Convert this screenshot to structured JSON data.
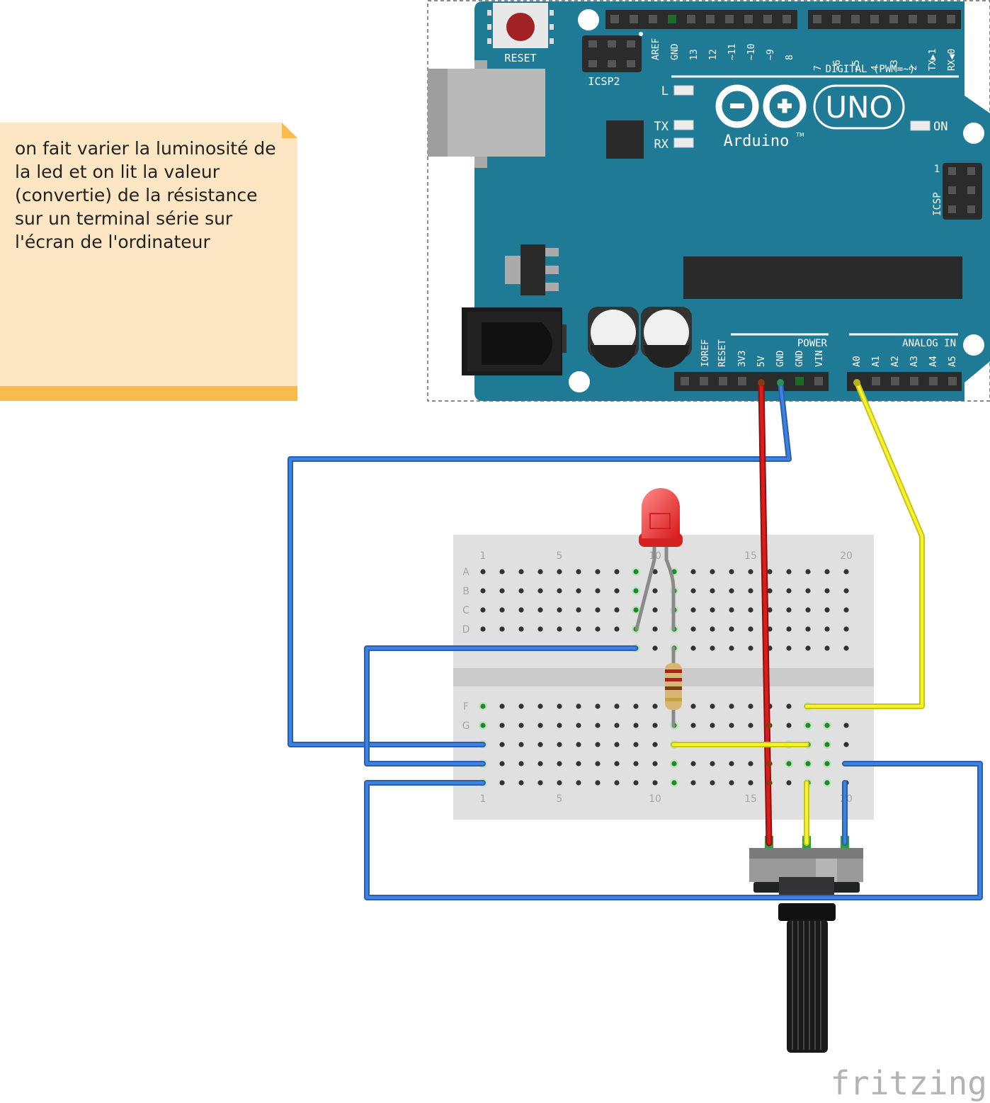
{
  "note": {
    "text": "on fait varier la luminosité de la led et on lit la valeur (convertie) de la résistance sur un terminal série sur l'écran de l'ordinateur"
  },
  "arduino": {
    "reset_label": "RESET",
    "icsp2_label": "ICSP2",
    "icsp_label": "ICSP",
    "icsp_pin_label": "1",
    "l_label": "L",
    "tx_label": "TX",
    "rx_label": "RX",
    "on_label": "ON",
    "uno_label": "UNO",
    "brand_label": "Arduino",
    "tm_label": "TM",
    "digital_label": "DIGITAL (PWM=~)",
    "power_label": "POWER",
    "analog_label": "ANALOG IN",
    "digital_pins_left": [
      "AREF",
      "GND",
      "13",
      "12",
      "~11",
      "~10",
      "~9",
      "8"
    ],
    "digital_pins_right": [
      "7",
      "~6",
      "~5",
      "4",
      "~3",
      "2",
      "TX▶1",
      "RX◀0"
    ],
    "power_pins": [
      "IOREF",
      "RESET",
      "3V3",
      "5V",
      "GND",
      "GND",
      "VIN"
    ],
    "analog_pins": [
      "A0",
      "A1",
      "A2",
      "A3",
      "A4",
      "A5"
    ]
  },
  "breadboard": {
    "col_numbers": [
      "1",
      "5",
      "10",
      "15",
      "20"
    ],
    "rows_top": [
      "A",
      "B",
      "C",
      "D"
    ],
    "rows_bottom": [
      "F",
      "G"
    ]
  },
  "colors": {
    "board": "#1f7a96",
    "wire_blue": "#2f6fce",
    "wire_red": "#c81414",
    "wire_yellow": "#f2ee24",
    "note_bg": "#fde6c4",
    "note_bar": "#f9bb4f"
  },
  "watermark": "fritzing"
}
